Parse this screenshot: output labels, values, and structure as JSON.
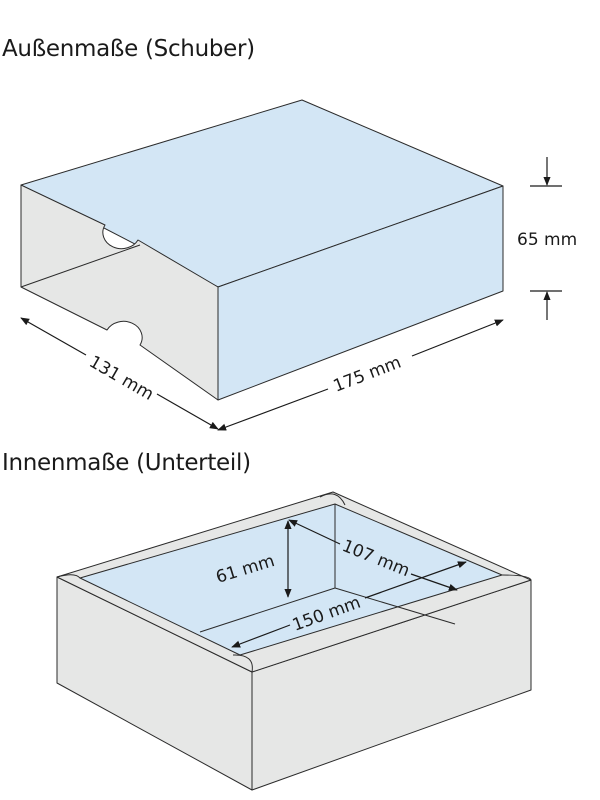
{
  "outer": {
    "title": "Außenmaße (Schuber)",
    "dim_height": "65 mm",
    "dim_depth": "131 mm",
    "dim_width": "175 mm"
  },
  "inner": {
    "title": "Innenmaße (Unterteil)",
    "dim_height": "61 mm",
    "dim_depth": "107 mm",
    "dim_width": "150 mm"
  },
  "colors": {
    "light_blue": "#d3e6f5",
    "light_gray": "#e6e7e6",
    "stroke": "#2b2b2b"
  }
}
